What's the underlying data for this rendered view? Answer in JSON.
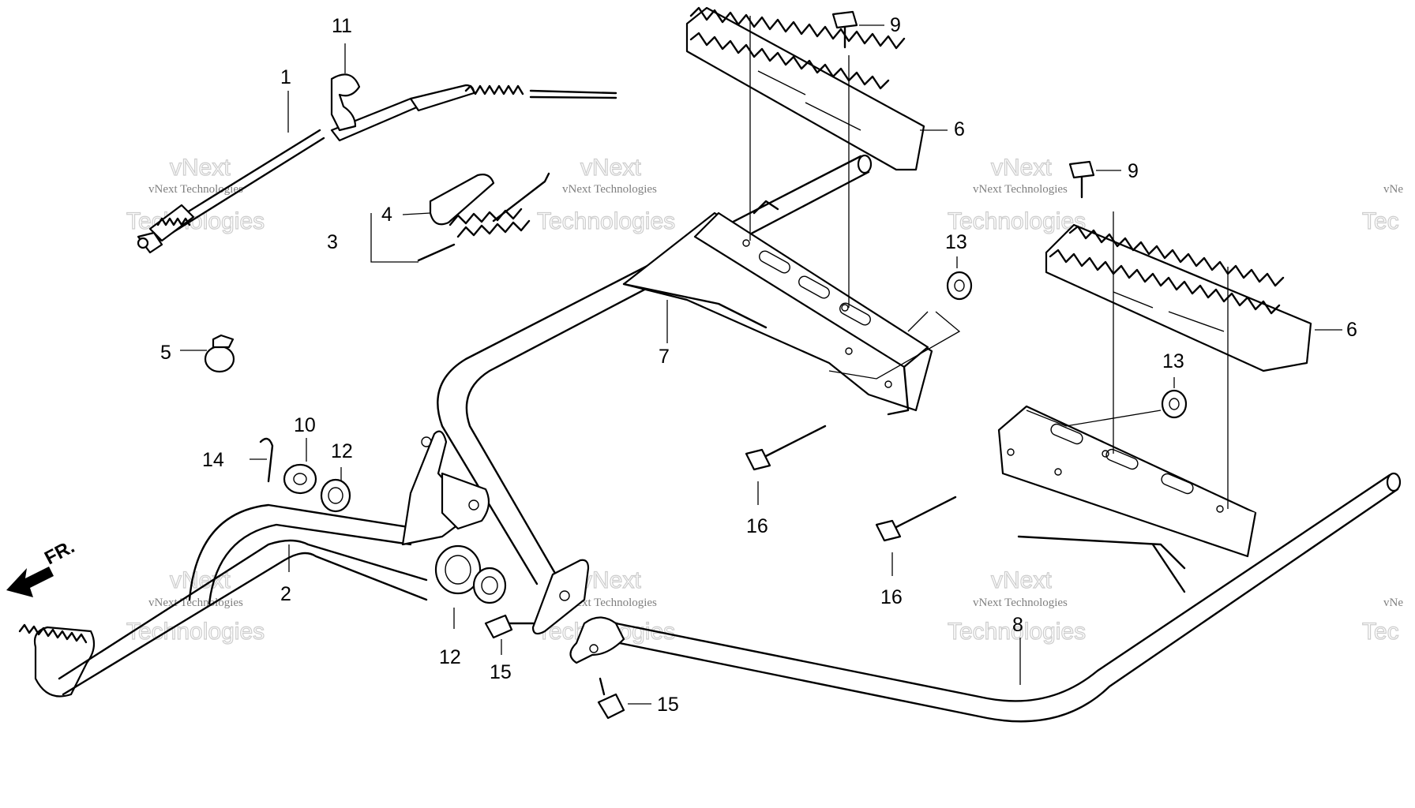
{
  "diagram": {
    "direction_label": "FR.",
    "callouts": [
      {
        "id": "c1",
        "label": "1"
      },
      {
        "id": "c2",
        "label": "2"
      },
      {
        "id": "c3",
        "label": "3"
      },
      {
        "id": "c4",
        "label": "4"
      },
      {
        "id": "c5",
        "label": "5"
      },
      {
        "id": "c6a",
        "label": "6"
      },
      {
        "id": "c6b",
        "label": "6"
      },
      {
        "id": "c7",
        "label": "7"
      },
      {
        "id": "c8",
        "label": "8"
      },
      {
        "id": "c9a",
        "label": "9"
      },
      {
        "id": "c9b",
        "label": "9"
      },
      {
        "id": "c10",
        "label": "10"
      },
      {
        "id": "c11",
        "label": "11"
      },
      {
        "id": "c12a",
        "label": "12"
      },
      {
        "id": "c12b",
        "label": "12"
      },
      {
        "id": "c13a",
        "label": "13"
      },
      {
        "id": "c13b",
        "label": "13"
      },
      {
        "id": "c14",
        "label": "14"
      },
      {
        "id": "c15a",
        "label": "15"
      },
      {
        "id": "c15b",
        "label": "15"
      },
      {
        "id": "c16a",
        "label": "16"
      },
      {
        "id": "c16b",
        "label": "16"
      }
    ]
  },
  "watermark": {
    "line1": "vNext Technologies",
    "big_top": "vNext",
    "big_bottom": "Technologies",
    "edge_small": "vNe",
    "edge_big": "Tec"
  }
}
